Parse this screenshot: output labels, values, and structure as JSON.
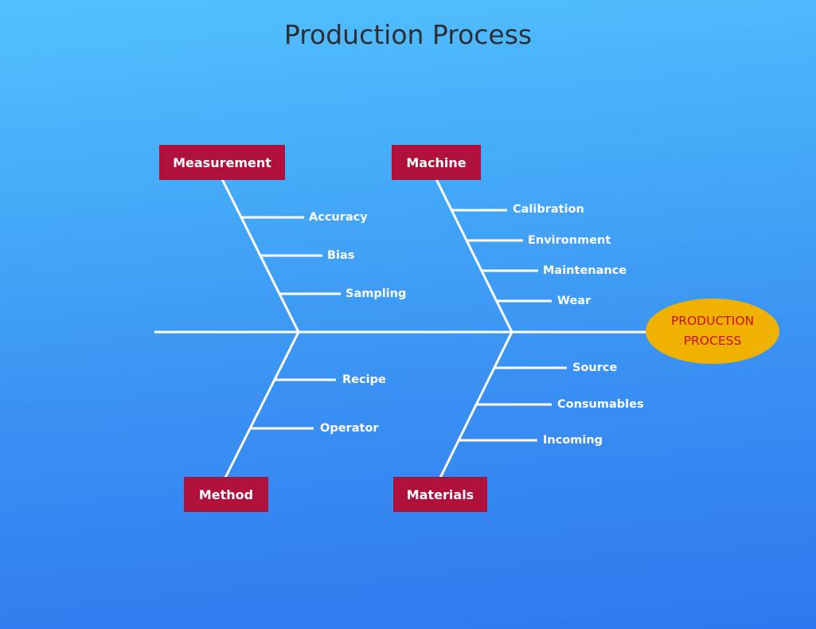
{
  "title": "Production Process",
  "effect": {
    "line1": "PRODUCTION",
    "line2": "PROCESS"
  },
  "categories": {
    "measurement": {
      "label": "Measurement",
      "causes": [
        "Accuracy",
        "Bias",
        "Sampling"
      ]
    },
    "machine": {
      "label": "Machine",
      "causes": [
        "Calibration",
        "Environment",
        "Maintenance",
        "Wear"
      ]
    },
    "method": {
      "label": "Method",
      "causes": [
        "Recipe",
        "Operator"
      ]
    },
    "materials": {
      "label": "Materials",
      "causes": [
        "Source",
        "Consumables",
        "Incoming"
      ]
    }
  },
  "colors": {
    "category_box": "#b0103c",
    "effect_fill": "#f0b100",
    "effect_text": "#c8101f",
    "lines": "#ffffff",
    "title_text": "#2d2d33"
  }
}
